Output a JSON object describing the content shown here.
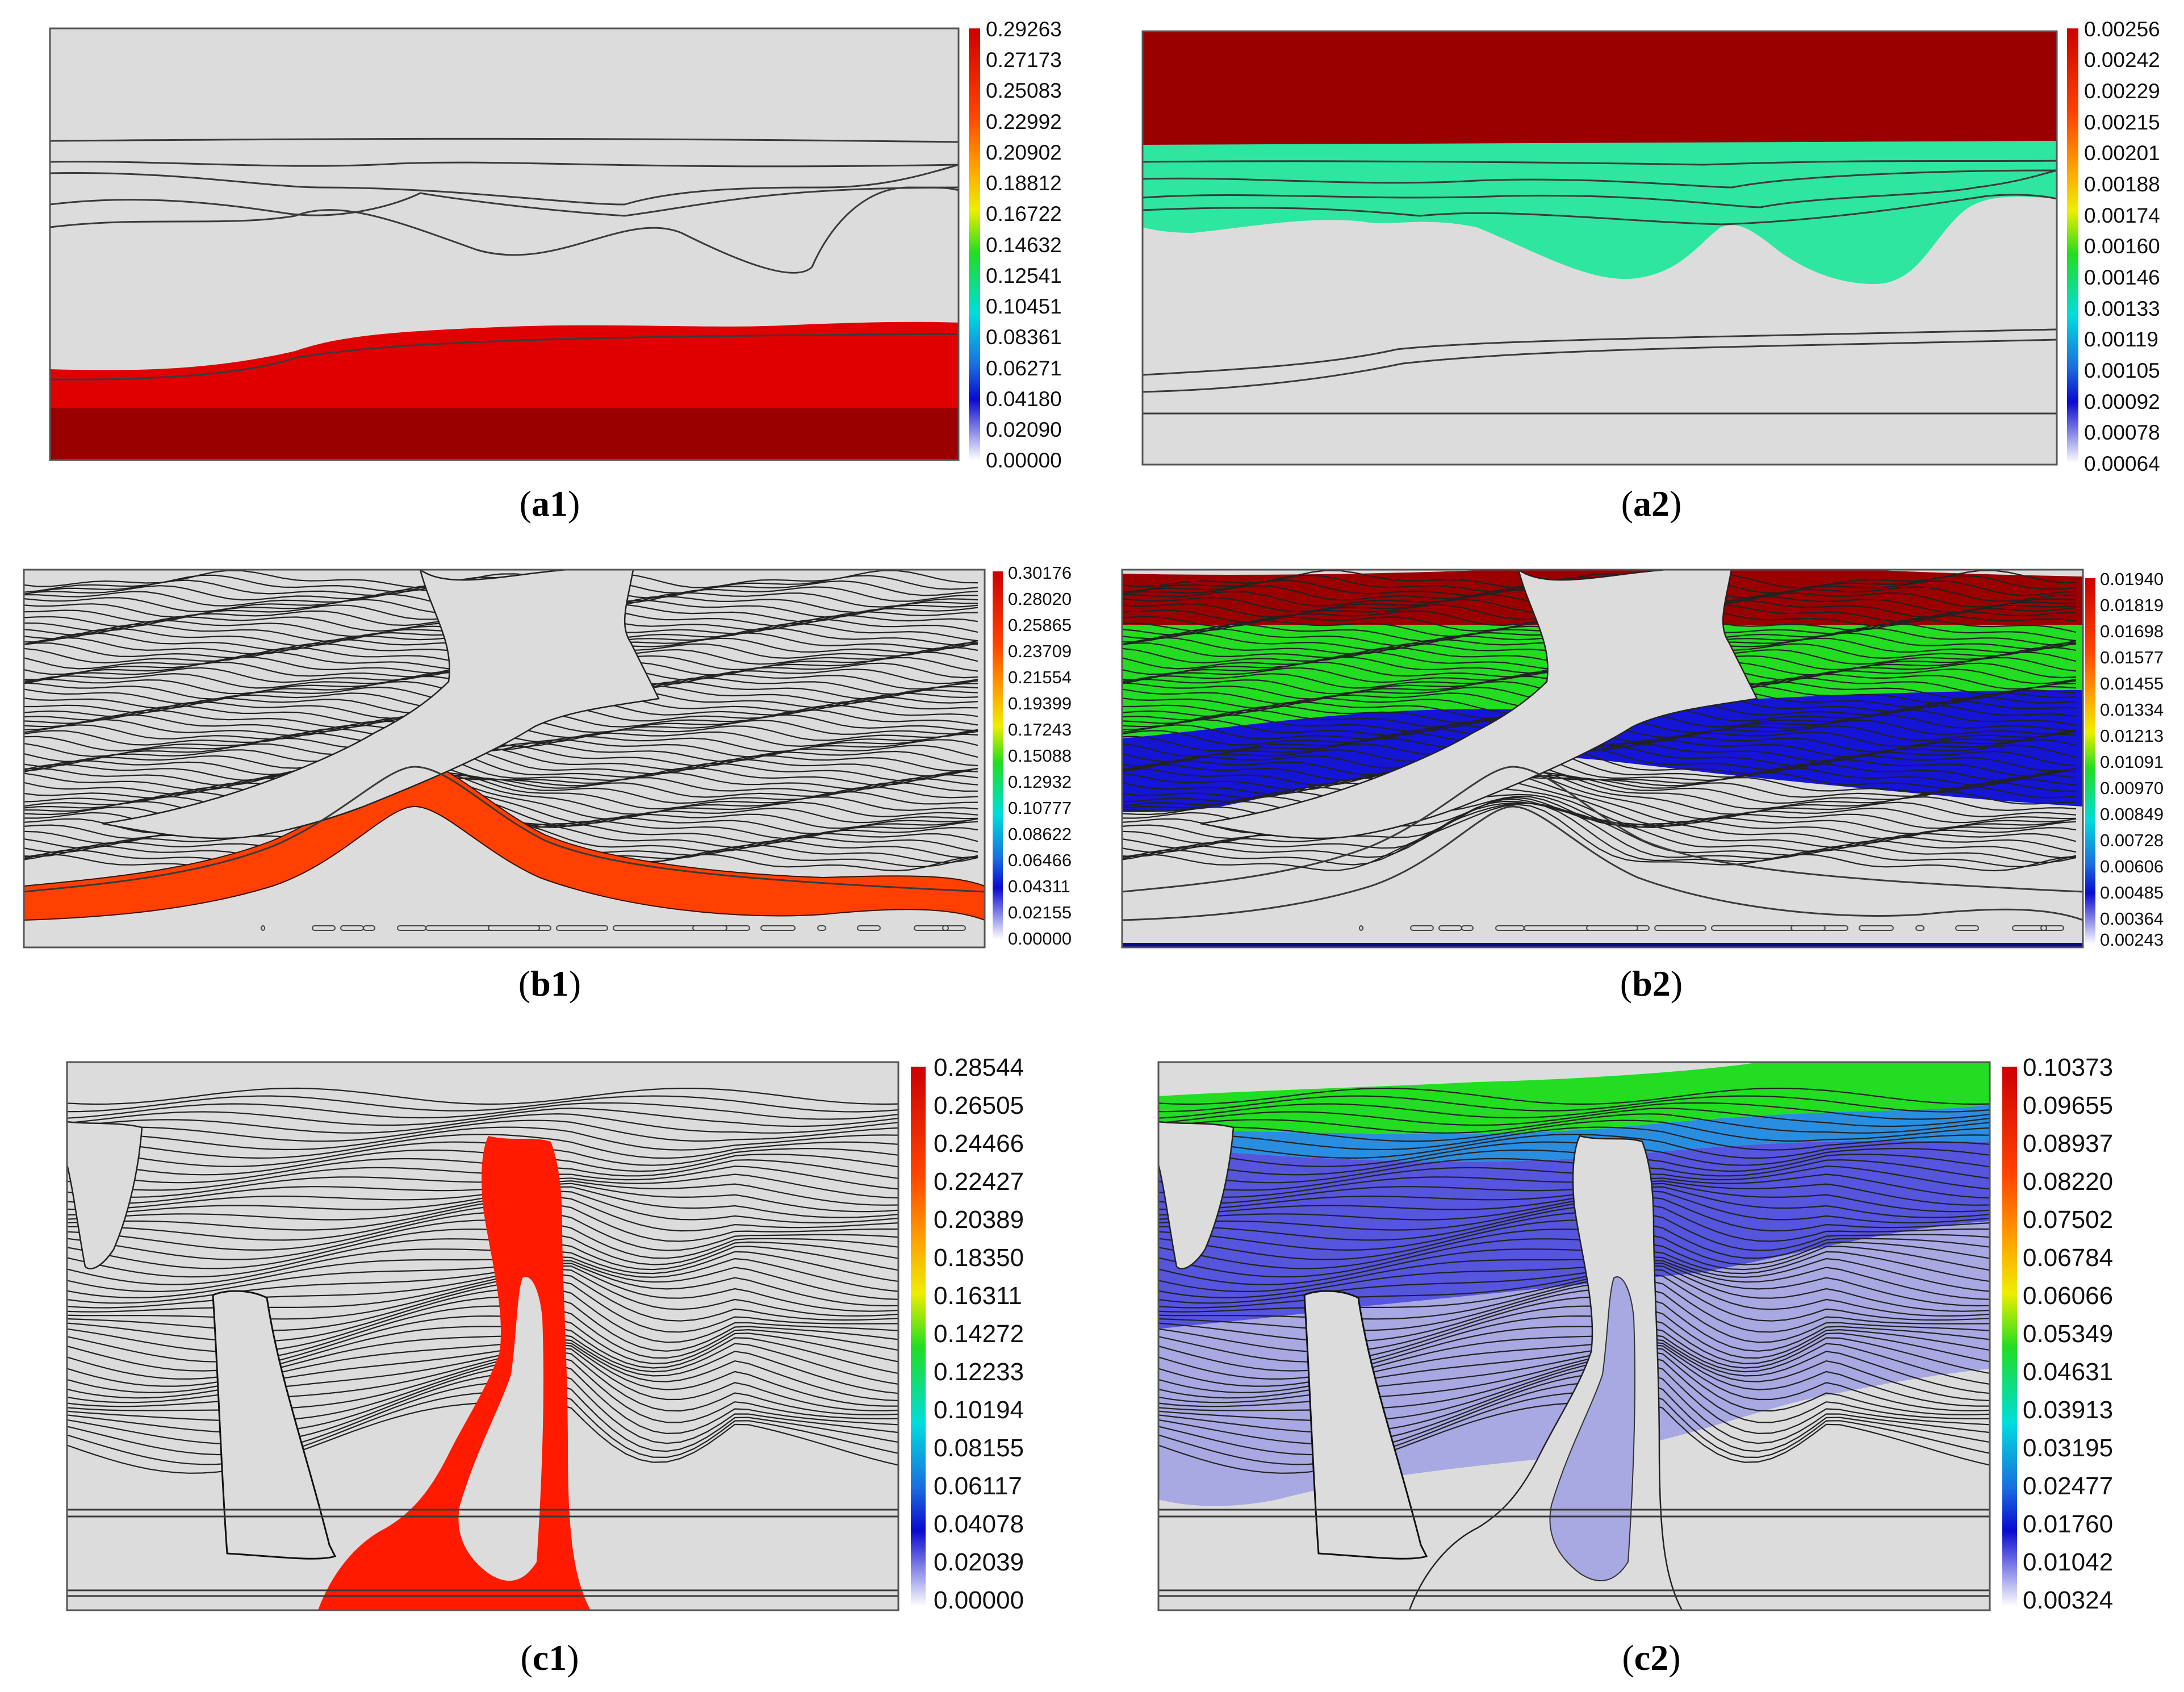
{
  "panels": [
    {
      "id": "a1",
      "caption": "a1",
      "colorbar": [
        "0.29263",
        "0.27173",
        "0.25083",
        "0.22992",
        "0.20902",
        "0.18812",
        "0.16722",
        "0.14632",
        "0.12541",
        "0.10451",
        "0.08361",
        "0.06271",
        "0.04180",
        "0.02090",
        "0.00000"
      ]
    },
    {
      "id": "a2",
      "caption": "a2",
      "colorbar": [
        "0.00256",
        "0.00242",
        "0.00229",
        "0.00215",
        "0.00201",
        "0.00188",
        "0.00174",
        "0.00160",
        "0.00146",
        "0.00133",
        "0.00119",
        "0.00105",
        "0.00092",
        "0.00078",
        "0.00064"
      ]
    },
    {
      "id": "b1",
      "caption": "b1",
      "colorbar": [
        "0.30176",
        "0.28020",
        "0.25865",
        "0.23709",
        "0.21554",
        "0.19399",
        "0.17243",
        "0.15088",
        "0.12932",
        "0.10777",
        "0.08622",
        "0.06466",
        "0.04311",
        "0.02155",
        "0.00000"
      ]
    },
    {
      "id": "b2",
      "caption": "b2",
      "colorbar": [
        "0.01940",
        "0.01819",
        "0.01698",
        "0.01577",
        "0.01455",
        "0.01334",
        "0.01213",
        "0.01091",
        "0.00970",
        "0.00849",
        "0.00728",
        "0.00606",
        "0.00485",
        "0.00364",
        "0.00243"
      ]
    },
    {
      "id": "c1",
      "caption": "c1",
      "colorbar": [
        "0.28544",
        "0.26505",
        "0.24466",
        "0.22427",
        "0.20389",
        "0.18350",
        "0.16311",
        "0.14272",
        "0.12233",
        "0.10194",
        "0.08155",
        "0.06117",
        "0.04078",
        "0.02039",
        "0.00000"
      ]
    },
    {
      "id": "c2",
      "caption": "c2",
      "colorbar": [
        "0.10373",
        "0.09655",
        "0.08937",
        "0.08220",
        "0.07502",
        "0.06784",
        "0.06066",
        "0.05349",
        "0.04631",
        "0.03913",
        "0.03195",
        "0.02477",
        "0.01760",
        "0.01042",
        "0.00324"
      ]
    }
  ],
  "colors": {
    "background": "#dcdcdc",
    "deep_red": "#9a0000",
    "red": "#e00000",
    "bright_red": "#ff1a00",
    "orange_red": "#ff4000",
    "mint": "#2ee6a0",
    "green": "#22dd22",
    "blue": "#1515d8",
    "steel_blue": "#2a8ee0",
    "indigo": "#5555dd",
    "lavender": "#a8a8e2"
  }
}
